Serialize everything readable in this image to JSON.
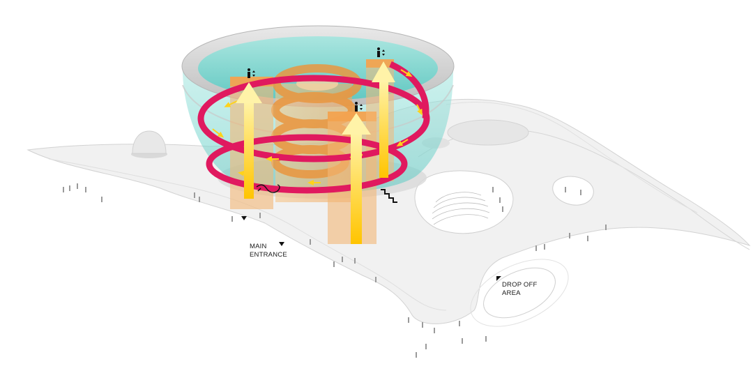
{
  "labels": {
    "main_entrance_line1": "MAIN",
    "main_entrance_line2": "ENTRANCE",
    "drop_off_line1": "DROP OFF",
    "drop_off_line2": "AREA"
  },
  "icons": [
    "elevator-icon",
    "escalator-icon",
    "stair-icon",
    "direction-marker-icon",
    "person-figure-icon"
  ],
  "colors": {
    "ground": "#efefef",
    "ground_edge": "#cfcfcf",
    "glass_water": "#7fd9d2",
    "bowl_rim": "#d6d6d6",
    "circulation_ring": "#e0195f",
    "core_wood": "#f2b673",
    "arrow_yellow": "#ffd21a",
    "text": "#1a1a1a"
  }
}
